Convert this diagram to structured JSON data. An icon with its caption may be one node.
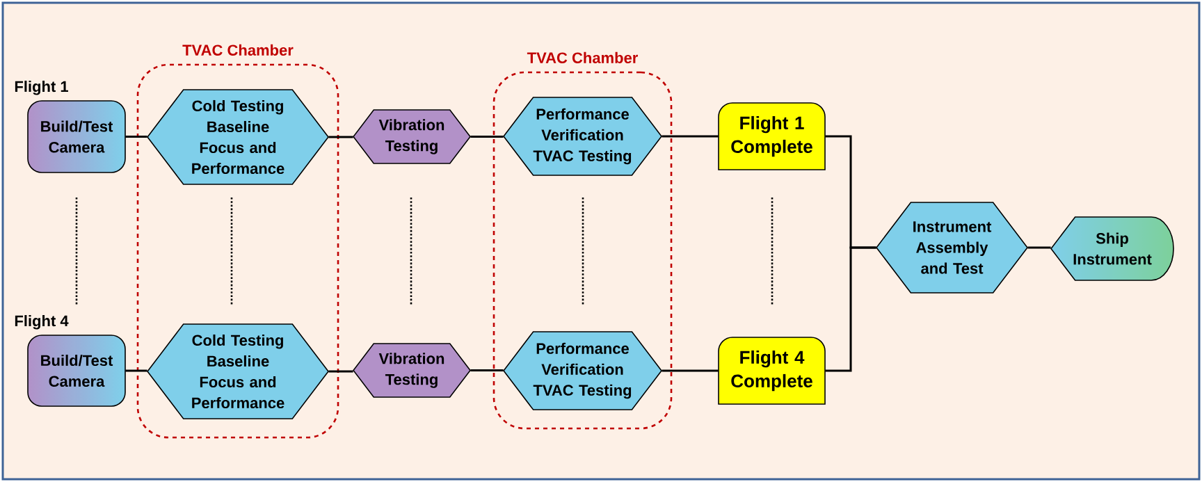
{
  "diagram": {
    "nodes": [
      {
        "text": [
          "Build/Test Camera"
        ],
        "beside": [
          "Flight 1"
        ]
      },
      {
        "text": [
          "Build/Test Camera"
        ],
        "beside": [
          "Flight 4"
        ]
      },
      {
        "text": [
          "TVAC Chamber"
        ]
      },
      {
        "text": [
          "Cold Testing Baseline Focus and Performance"
        ],
        "in": 2
      },
      {
        "text": [
          "Cold Testing Baseline Focus and Performance"
        ],
        "in": 2
      },
      {
        "text": [
          "Vibration Testing"
        ]
      },
      {
        "text": [
          "Vibration Testing"
        ]
      },
      {
        "text": [
          "TVAC Chamber"
        ]
      },
      {
        "text": [
          "Performance Verification TVAC Testing"
        ],
        "in": 7
      },
      {
        "text": [
          "Performance Verification TVAC Testing"
        ],
        "in": 7
      },
      {
        "text": [
          "Flight 1 Complete"
        ]
      },
      {
        "text": [
          "Flight 4 Complete"
        ]
      },
      {
        "text": [
          "Instrument Assembly and Test"
        ]
      },
      {
        "text": [
          "Ship Instrument"
        ]
      }
    ],
    "edges": [
      {
        "from": 0,
        "to": 3,
        "arrow": "none"
      },
      {
        "from": 3,
        "to": 5,
        "arrow": "none"
      },
      {
        "from": 5,
        "to": 8,
        "arrow": "none"
      },
      {
        "from": 8,
        "to": 10,
        "arrow": "none"
      },
      {
        "from": 1,
        "to": 4,
        "arrow": "none"
      },
      {
        "from": 4,
        "to": 6,
        "arrow": "none"
      },
      {
        "from": 6,
        "to": 9,
        "arrow": "none"
      },
      {
        "from": 9,
        "to": 11,
        "arrow": "none"
      },
      {
        "from": 10,
        "to": 12,
        "arrow": "none"
      },
      {
        "from": 11,
        "to": 12,
        "arrow": "none"
      },
      {
        "from": 12,
        "to": 13,
        "arrow": "none"
      }
    ]
  }
}
